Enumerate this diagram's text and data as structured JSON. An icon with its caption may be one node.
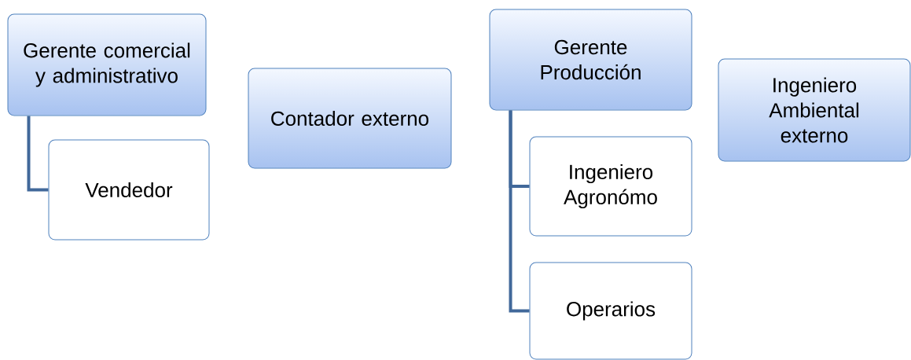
{
  "diagram": {
    "nodes": [
      {
        "text": [
          "Gerente comercial y administrativo"
        ]
      },
      {
        "text": [
          "Vendedor"
        ]
      },
      {
        "text": [
          "Contador externo"
        ]
      },
      {
        "text": [
          "Gerente Producción"
        ]
      },
      {
        "text": [
          "Ingeniero Agronómo"
        ]
      },
      {
        "text": [
          "Operarios"
        ]
      },
      {
        "text": [
          "Ingeniero Ambiental externo"
        ]
      }
    ],
    "edges": [
      {
        "from": 0,
        "to": 1,
        "arrow": "none"
      },
      {
        "from": 3,
        "to": 4,
        "arrow": "none"
      },
      {
        "from": 3,
        "to": 5,
        "arrow": "none"
      }
    ]
  }
}
